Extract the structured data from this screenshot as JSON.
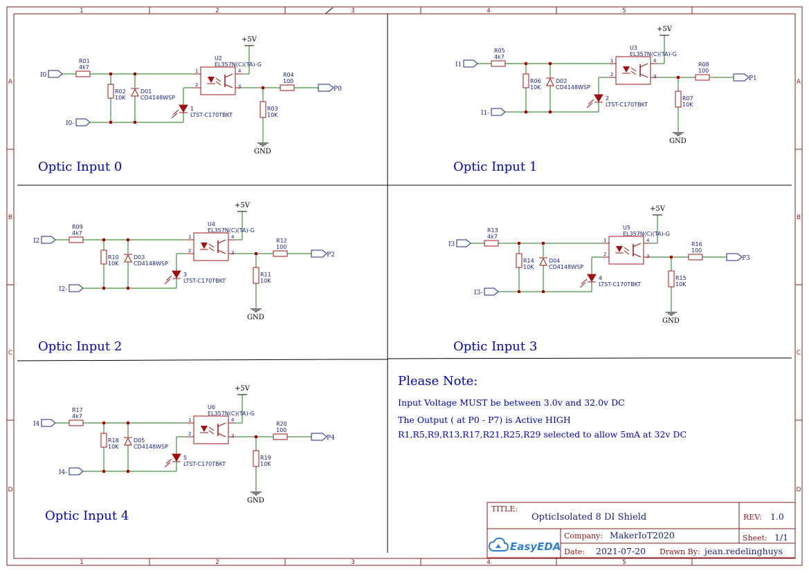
{
  "colors": {
    "frame": "#8B1A1A",
    "wire": "#1A7A1A",
    "part": "#A01010",
    "text_blue": "#0000C0",
    "label": "#1A237E",
    "junction": "#B00000"
  },
  "frame": {
    "columns": [
      "1",
      "2",
      "3",
      "4",
      "5"
    ],
    "rows": [
      "A",
      "B",
      "C",
      "D"
    ]
  },
  "blocks": [
    {
      "title": "Optic Input 0",
      "u": "U2",
      "part": "EL357N(C)(TA)-G",
      "ra": "R01",
      "ra_val": "4k7",
      "rb": "R02",
      "rb_val": "10K",
      "d": "D01",
      "d_part": "CD4148WSP",
      "led_num": "1",
      "led_part": "LTST-C170TBKT",
      "rc": "R03",
      "rc_val": "10K",
      "rd": "R04",
      "rd_val": "100",
      "in": "I0",
      "in_neg": "I0-",
      "out": "P0",
      "vcc": "+5V",
      "gnd": "GND",
      "pin1": "1",
      "pin2": "2",
      "pin3": "3",
      "pin4": "4"
    },
    {
      "title": "Optic Input 1",
      "u": "U3",
      "part": "EL357N(C)(TA)-G",
      "ra": "R05",
      "ra_val": "4k7",
      "rb": "R06",
      "rb_val": "10K",
      "d": "D02",
      "d_part": "CD4148WSP",
      "led_num": "2",
      "led_part": "LTST-C170TBKT",
      "rc": "R07",
      "rc_val": "10K",
      "rd": "R08",
      "rd_val": "100",
      "in": "I1",
      "in_neg": "I1-",
      "out": "P1",
      "vcc": "+5V",
      "gnd": "GND",
      "pin1": "1",
      "pin2": "2",
      "pin3": "3",
      "pin4": "4"
    },
    {
      "title": "Optic Input 2",
      "u": "U4",
      "part": "EL357N(C)(TA)-G",
      "ra": "R09",
      "ra_val": "4k7",
      "rb": "R10",
      "rb_val": "10K",
      "d": "D03",
      "d_part": "CD4148WSP",
      "led_num": "3",
      "led_part": "LTST-C170TBKT",
      "rc": "R11",
      "rc_val": "10K",
      "rd": "R12",
      "rd_val": "100",
      "in": "I2",
      "in_neg": "I2-",
      "out": "P2",
      "vcc": "+5V",
      "gnd": "GND",
      "pin1": "1",
      "pin2": "2",
      "pin3": "3",
      "pin4": "4"
    },
    {
      "title": "Optic Input 3",
      "u": "U5",
      "part": "EL357N(C)(TA)-G",
      "ra": "R13",
      "ra_val": "4k7",
      "rb": "R14",
      "rb_val": "10K",
      "d": "D04",
      "d_part": "CD4148WSP",
      "led_num": "4",
      "led_part": "LTST-C170TBKT",
      "rc": "R15",
      "rc_val": "10K",
      "rd": "R16",
      "rd_val": "100",
      "in": "I3",
      "in_neg": "I3-",
      "out": "P3",
      "vcc": "+5V",
      "gnd": "GND",
      "pin1": "1",
      "pin2": "2",
      "pin3": "3",
      "pin4": "4"
    },
    {
      "title": "Optic Input 4",
      "u": "U6",
      "part": "EL357N(C)(TA)-G",
      "ra": "R17",
      "ra_val": "4k7",
      "rb": "R18",
      "rb_val": "10K",
      "d": "D05",
      "d_part": "CD4148WSP",
      "led_num": "5",
      "led_part": "LTST-C170TBKT",
      "rc": "R19",
      "rc_val": "10K",
      "rd": "R20",
      "rd_val": "100",
      "in": "I4",
      "in_neg": "I4-",
      "out": "P4",
      "vcc": "+5V",
      "gnd": "GND",
      "pin1": "1",
      "pin2": "2",
      "pin3": "3",
      "pin4": "4"
    }
  ],
  "note": {
    "heading": "Please Note:",
    "line1": "Input Voltage MUST be between 3.0v and 32.0v DC",
    "line2": "The Output ( at P0 - P7) is Active HIGH",
    "line3": "R1,R5,R9,R13,R17,R21,R25,R29 selected to allow 5mA at 32v DC"
  },
  "title_block": {
    "title_label": "TITLE:",
    "title": "OpticIsolated 8 DI Shield",
    "rev_label": "REV:",
    "rev": "1.0",
    "company_label": "Company:",
    "company": "MakerIoT2020",
    "sheet_label": "Sheet:",
    "sheet": "1/1",
    "date_label": "Date:",
    "date": "2021-07-20",
    "drawn_label": "Drawn By:",
    "drawn": "jean.redelinghuys",
    "logo": "EasyEDA"
  }
}
